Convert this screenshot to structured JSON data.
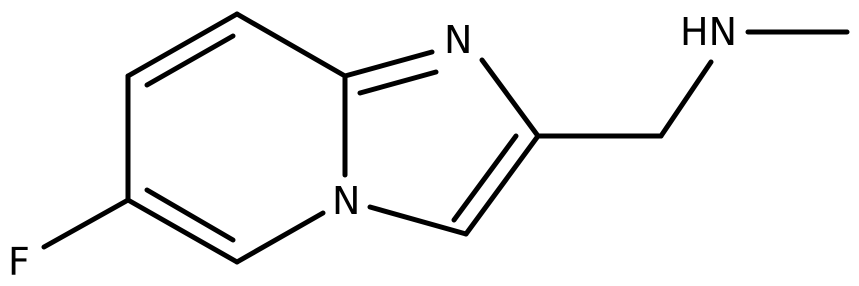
{
  "molecule": {
    "atoms": {
      "f": "F",
      "n_bridge": "N",
      "n_imine": "N",
      "nh": "HN"
    },
    "colors": {
      "bond": "#000000",
      "label": "#000000",
      "background": "#ffffff"
    }
  }
}
